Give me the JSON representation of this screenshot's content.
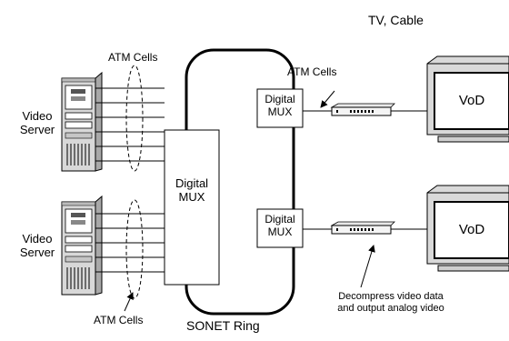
{
  "labels": {
    "tv_cable": "TV, Cable",
    "atm_cells_top_left": "ATM Cells",
    "atm_cells_top_right": "ATM Cells",
    "atm_cells_bottom": "ATM Cells",
    "video_server_1": "Video\nServer",
    "video_server_2": "Video\nServer",
    "digital_mux_center": "Digital\nMUX",
    "digital_mux_top": "Digital\nMUX",
    "digital_mux_bottom": "Digital\nMUX",
    "vod_top": "VoD",
    "vod_bottom": "VoD",
    "sonet_ring": "SONET Ring",
    "decompress_note": "Decompress video data\nand output analog video"
  },
  "colors": {
    "stroke": "#000000",
    "background": "#ffffff"
  }
}
